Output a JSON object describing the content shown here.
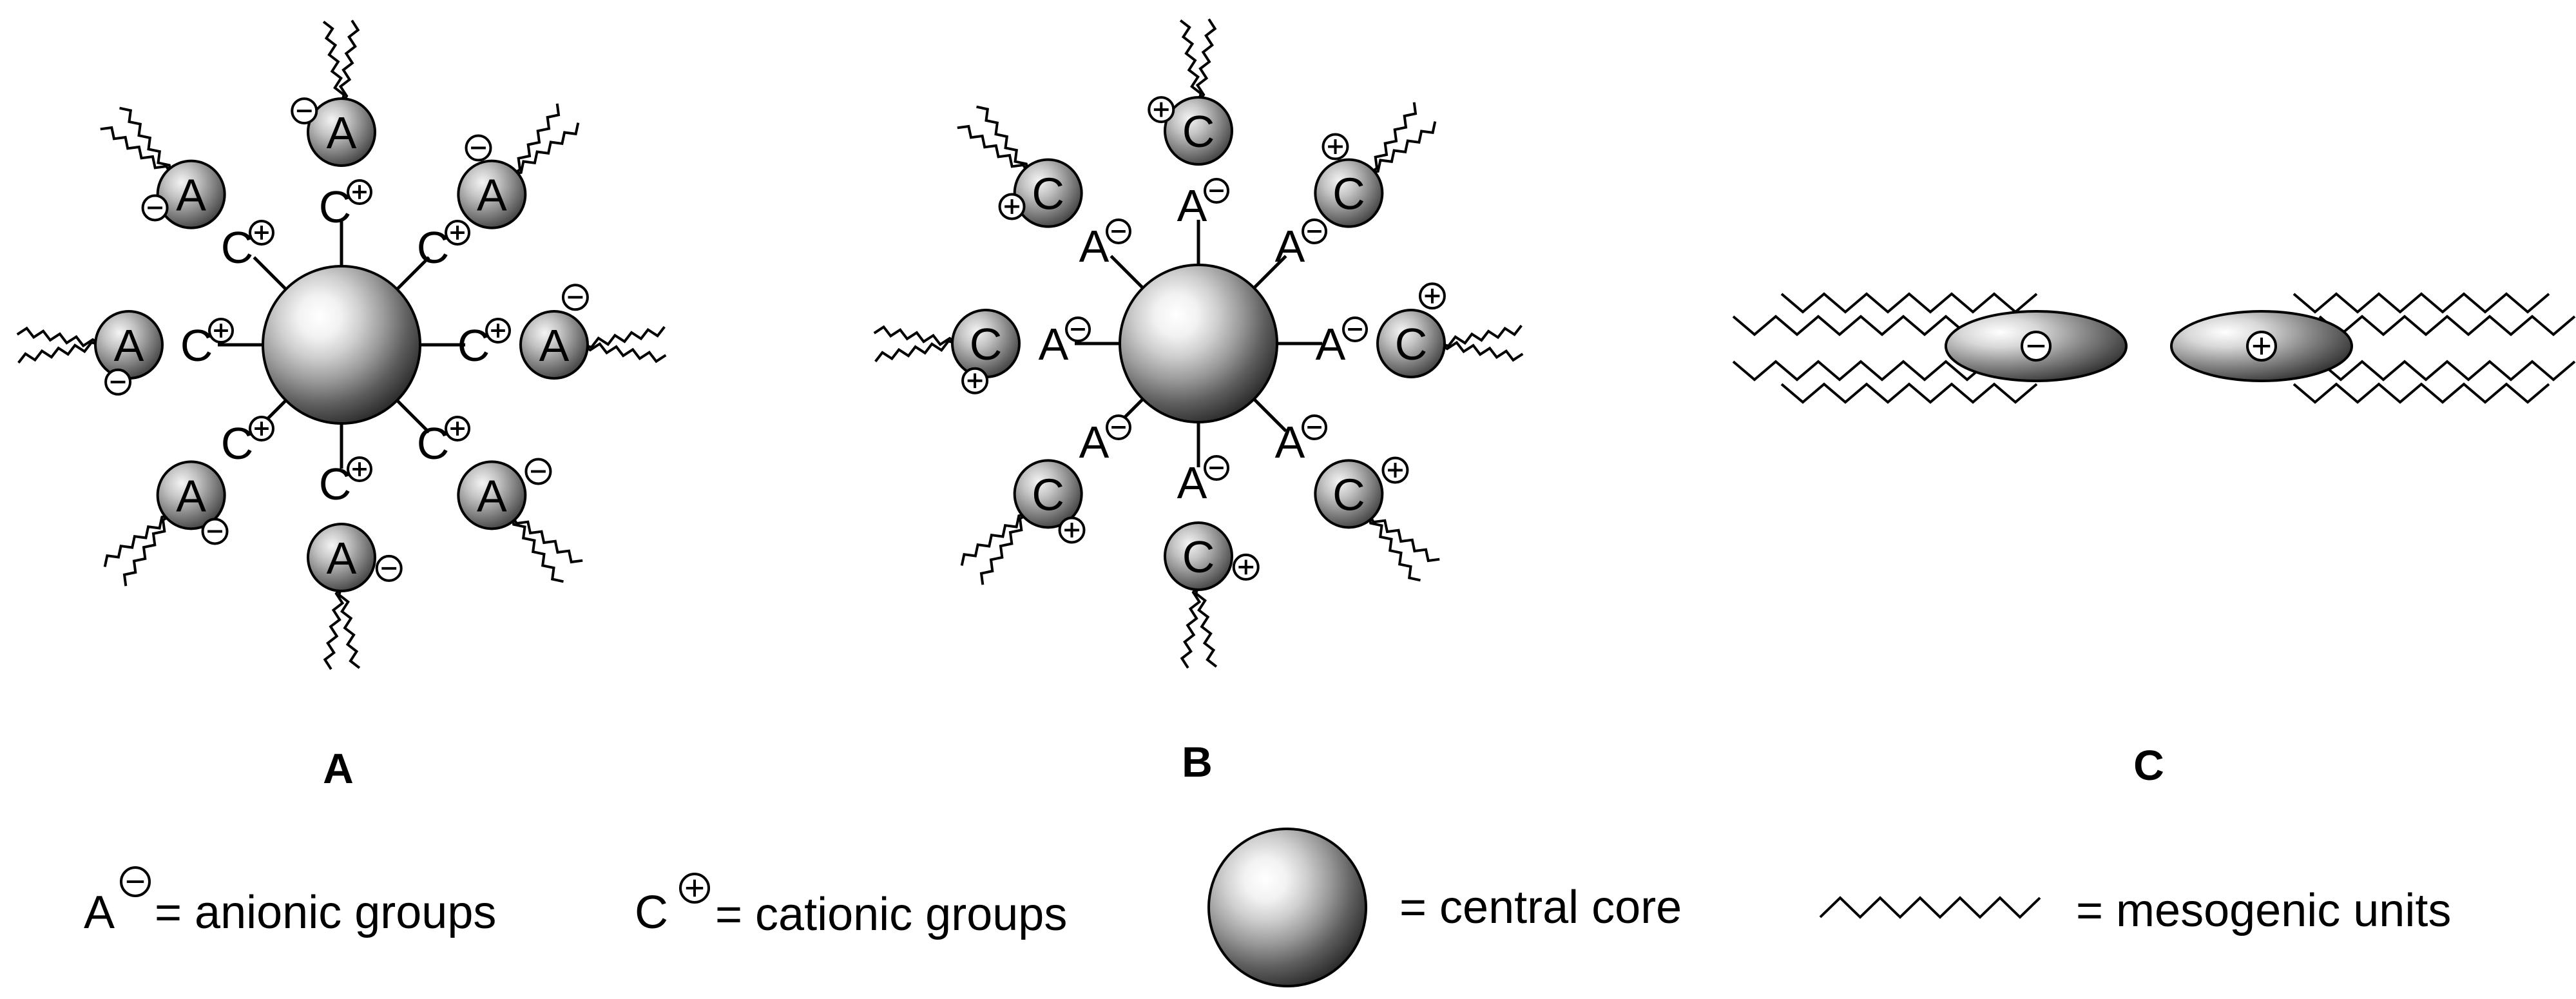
{
  "panels": {
    "A": {
      "label": "A",
      "core_groups": [
        {
          "letter": "C",
          "charge": "+"
        },
        {
          "letter": "C",
          "charge": "+"
        },
        {
          "letter": "C",
          "charge": "+"
        },
        {
          "letter": "C",
          "charge": "+"
        },
        {
          "letter": "C",
          "charge": "+"
        },
        {
          "letter": "C",
          "charge": "+"
        },
        {
          "letter": "C",
          "charge": "+"
        },
        {
          "letter": "C",
          "charge": "+"
        }
      ],
      "counter_ions": [
        {
          "letter": "A",
          "charge": "−"
        },
        {
          "letter": "A",
          "charge": "−"
        },
        {
          "letter": "A",
          "charge": "−"
        },
        {
          "letter": "A",
          "charge": "−"
        },
        {
          "letter": "A",
          "charge": "−"
        },
        {
          "letter": "A",
          "charge": "−"
        },
        {
          "letter": "A",
          "charge": "−"
        },
        {
          "letter": "A",
          "charge": "−"
        }
      ]
    },
    "B": {
      "label": "B",
      "core_groups": [
        {
          "letter": "A",
          "charge": "−"
        },
        {
          "letter": "A",
          "charge": "−"
        },
        {
          "letter": "A",
          "charge": "−"
        },
        {
          "letter": "A",
          "charge": "−"
        },
        {
          "letter": "A",
          "charge": "−"
        },
        {
          "letter": "A",
          "charge": "−"
        },
        {
          "letter": "A",
          "charge": "−"
        },
        {
          "letter": "A",
          "charge": "−"
        }
      ],
      "counter_ions": [
        {
          "letter": "C",
          "charge": "+"
        },
        {
          "letter": "C",
          "charge": "+"
        },
        {
          "letter": "C",
          "charge": "+"
        },
        {
          "letter": "C",
          "charge": "+"
        },
        {
          "letter": "C",
          "charge": "+"
        },
        {
          "letter": "C",
          "charge": "+"
        },
        {
          "letter": "C",
          "charge": "+"
        },
        {
          "letter": "C",
          "charge": "+"
        }
      ]
    },
    "C": {
      "label": "C",
      "anion_charge": "−",
      "cation_charge": "+"
    }
  },
  "legend": {
    "anion": {
      "letter": "A",
      "charge": "−",
      "text": "= anionic groups"
    },
    "cation": {
      "letter": "C",
      "charge": "+",
      "text": "= cationic groups"
    },
    "core": {
      "text": "= central core"
    },
    "mesogen": {
      "text": "= mesogenic units"
    }
  },
  "colors": {
    "ink": "#000000",
    "sphere_light": "#ffffff",
    "sphere_dark": "#1a1a1a"
  }
}
